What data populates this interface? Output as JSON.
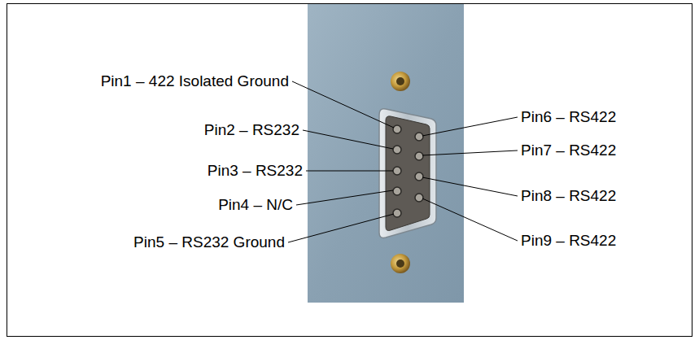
{
  "diagram": {
    "labels": [
      "Pin1 – 422 Isolated Ground",
      "Pin2 – RS232",
      "Pin3 – RS232",
      "Pin4 – N/C",
      "Pin5 – RS232 Ground",
      "Pin6 – RS422",
      "Pin7 – RS422",
      "Pin8 – RS422",
      "Pin9 – RS422"
    ]
  }
}
